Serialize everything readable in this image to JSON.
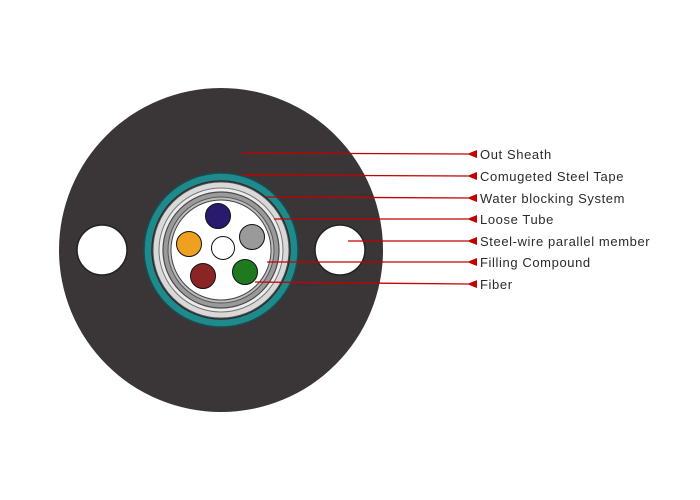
{
  "colors": {
    "sheath": "#3a3536",
    "steel_tape": "#1f8a8c",
    "water_blocking": "#d9d9d9",
    "loose_tube_ring": "#9a9a9a",
    "filling": "#ffffff",
    "arrow": "#c40000",
    "fiber_colors": [
      "#2a1a6e",
      "#9a9a9a",
      "#1f7a1f",
      "#8b2525",
      "#f0a020",
      "#ffffff"
    ]
  },
  "labels": [
    {
      "key": "out_sheath",
      "text": "Out Sheath"
    },
    {
      "key": "steel_tape",
      "text": "Comugeted Steel Tape"
    },
    {
      "key": "water_blocking",
      "text": "Water blocking System"
    },
    {
      "key": "loose_tube",
      "text": "Loose Tube"
    },
    {
      "key": "strength_member",
      "text": "Steel-wire parallel member"
    },
    {
      "key": "filling_compound",
      "text": "Filling Compound"
    },
    {
      "key": "fiber",
      "text": "Fiber"
    }
  ]
}
